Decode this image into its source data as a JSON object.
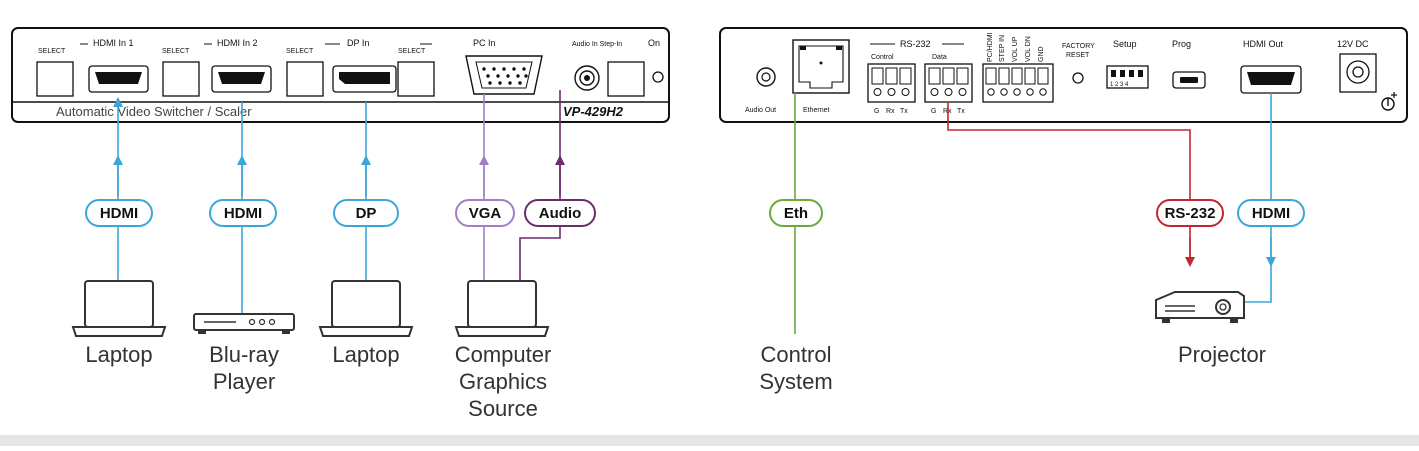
{
  "colors": {
    "hdmi": "#3ba7d8",
    "vga": "#a07fc6",
    "audio": "#6b2c6e",
    "ethernet": "#6aaa3a",
    "rs232": "#c0282d",
    "device_border": "#111111"
  },
  "front_panel": {
    "hdmi_in_1": "HDMI In 1",
    "hdmi_in_2": "HDMI In 2",
    "dp_in": "DP In",
    "pc_in": "PC In",
    "audio_in_step_in": "Audio In Step-In",
    "on": "On",
    "select": "SELECT",
    "model_desc": "Automatic Video Switcher / Scaler",
    "model": "VP-429H2"
  },
  "rear_panel": {
    "audio_out": "Audio Out",
    "ethernet": "Ethernet",
    "rs232": "RS-232",
    "control": "Control",
    "data": "Data",
    "g": "G",
    "rx": "Rx",
    "tx": "Tx",
    "pc_hdmi": "PC/HDMI",
    "step_in": "STEP IN",
    "vol_up": "VOL UP",
    "vol_dn": "VOL DN",
    "gnd": "GND",
    "factory": "FACTORY",
    "reset": "RESET",
    "setup": "Setup",
    "setup_dips": "1 2 3 4",
    "prog": "Prog",
    "hdmi_out": "HDMI Out",
    "power": "12V DC"
  },
  "cables": {
    "hdmi": "HDMI",
    "dp": "DP",
    "vga": "VGA",
    "audio": "Audio",
    "eth": "Eth",
    "rs232": "RS-232"
  },
  "devices": {
    "laptop_1": "Laptop",
    "bluray_l1": "Blu-ray",
    "bluray_l2": "Player",
    "laptop_2": "Laptop",
    "cg_l1": "Computer",
    "cg_l2": "Graphics",
    "cg_l3": "Source",
    "ctrl_l1": "Control",
    "ctrl_l2": "System",
    "projector": "Projector"
  }
}
